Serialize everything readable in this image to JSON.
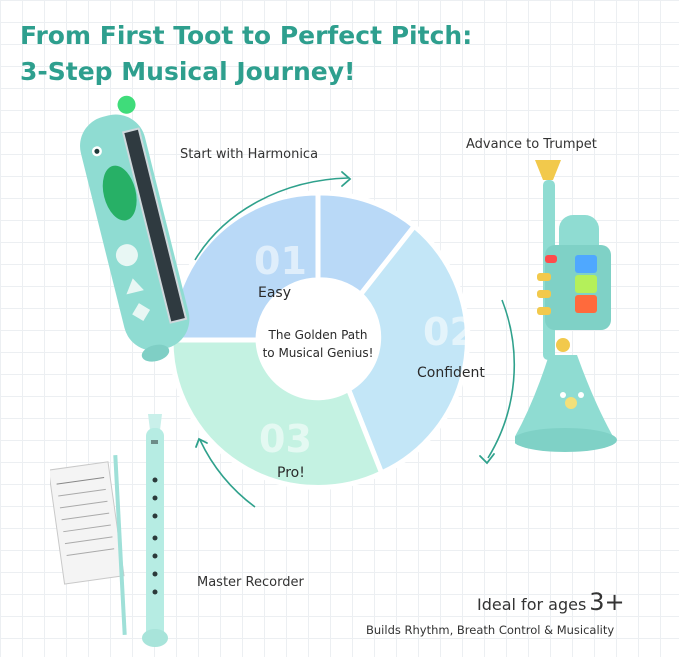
{
  "headline": {
    "line1": "From First Toot to Perfect Pitch:",
    "line2": "3-Step Musical Journey!"
  },
  "steps": [
    {
      "number": "01",
      "label": "Easy",
      "caption": "Start with Harmonica",
      "color": "#b9d9f7"
    },
    {
      "number": "02",
      "label": "Confident",
      "caption": "Advance to Trumpet",
      "color": "#c3e6f7"
    },
    {
      "number": "03",
      "label": "Pro!",
      "caption": "Master Recorder",
      "color": "#c4f2e2"
    }
  ],
  "center": {
    "line1": "The Golden Path",
    "line2": "to Musical Genius!"
  },
  "footer": {
    "ages_text": "Ideal for ages",
    "ages_value": "3+",
    "benefits": "Builds Rhythm, Breath Control & Musicality"
  },
  "colors": {
    "headline": "#2e9f8e",
    "arrow": "#2fa18c",
    "toy": "#8fdcd2"
  }
}
